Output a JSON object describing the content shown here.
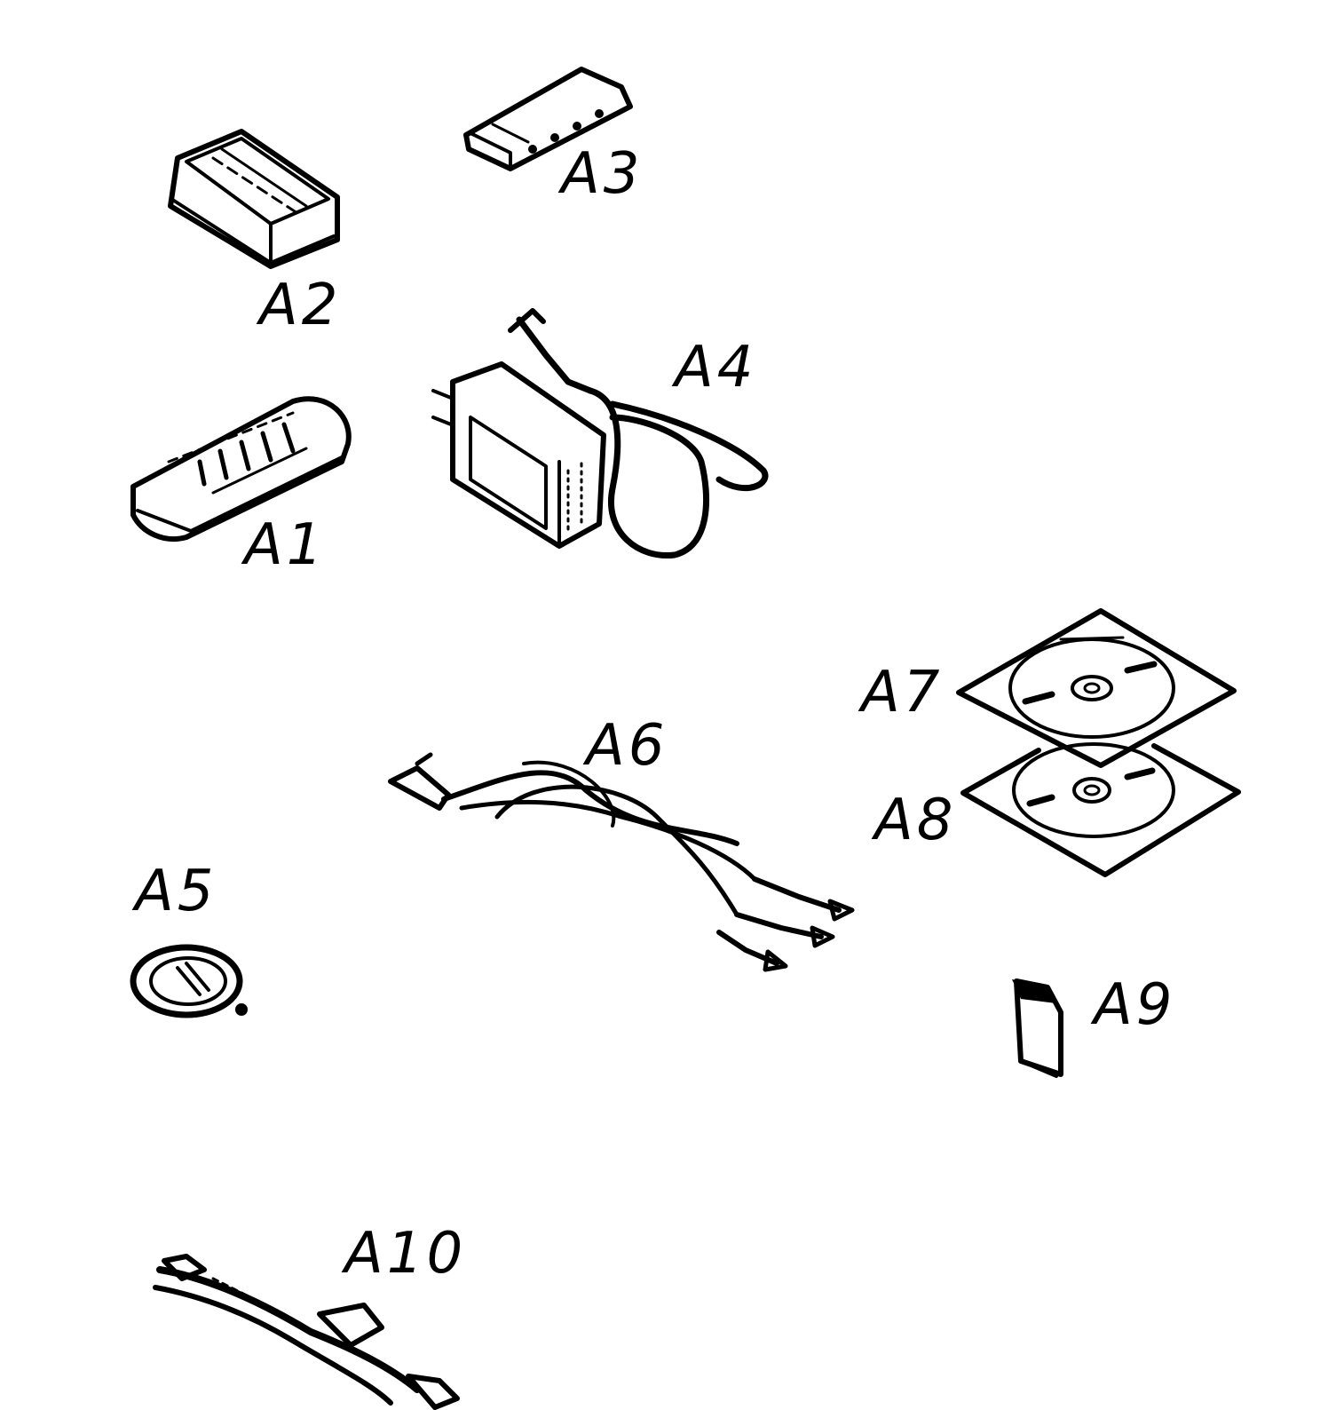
{
  "parts": [
    {
      "id": "a1",
      "label": "A1",
      "icon": "remote-control-icon"
    },
    {
      "id": "a2",
      "label": "A2",
      "icon": "battery-pack-icon"
    },
    {
      "id": "a3",
      "label": "A3",
      "icon": "connector-strip-icon"
    },
    {
      "id": "a4",
      "label": "A4",
      "icon": "ac-adapter-icon"
    },
    {
      "id": "a5",
      "label": "A5",
      "icon": "coin-battery-icon"
    },
    {
      "id": "a6",
      "label": "A6",
      "icon": "av-cable-icon"
    },
    {
      "id": "a7",
      "label": "A7",
      "icon": "cd-rom-icon"
    },
    {
      "id": "a8",
      "label": "A8",
      "icon": "cd-rom-icon"
    },
    {
      "id": "a9",
      "label": "A9",
      "icon": "memory-card-icon"
    },
    {
      "id": "a10",
      "label": "A10",
      "icon": "usb-cable-icon"
    }
  ],
  "colors": {
    "ink": "#000000",
    "paper": "#ffffff"
  }
}
